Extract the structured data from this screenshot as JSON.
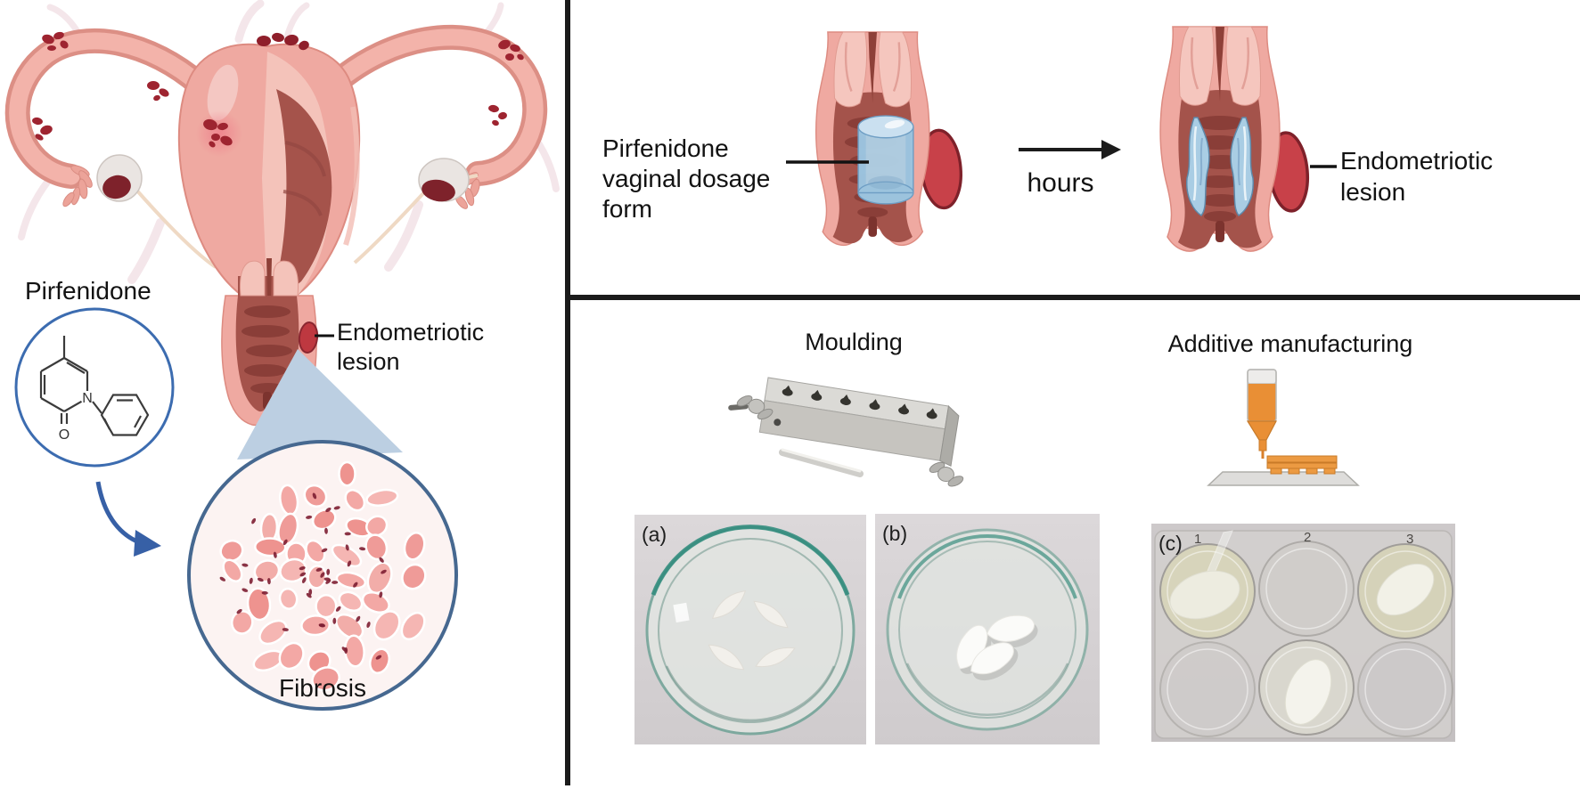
{
  "figure": {
    "left_panel": {
      "drug_name_label": "Pirfenidone",
      "chem_atoms": {
        "n": "N",
        "o": "O"
      },
      "lesion_label": {
        "line1": "Endometriotic",
        "line2": "lesion"
      },
      "fibrosis_label": "Fibrosis"
    },
    "top_right_panel": {
      "dosage_label": {
        "line1": "Pirfenidone",
        "line2": "vaginal dosage",
        "line3": "form"
      },
      "time_label": "hours",
      "lesion_label": {
        "line1": "Endometriotic",
        "line2": "lesion"
      }
    },
    "bottom_right_panel": {
      "moulding_title": "Moulding",
      "additive_title": "Additive manufacturing",
      "photos": {
        "a_label": "(a)",
        "b_label": "(b)",
        "c_label": "(c)",
        "well_plate_numbers": [
          "1",
          "2",
          "3"
        ]
      }
    },
    "colors": {
      "tissue_pink": "#EFA9A1",
      "tissue_edge": "#DD8B81",
      "canal_dark": "#A4534B",
      "rugae_dark": "#8A3E38",
      "lesion_red": "#C84149",
      "lesion_dark_red": "#7E212A",
      "dosage_blue": "#AFD2E7",
      "accent_blue": "#3C6CB0",
      "arrow_blue": "#3760A6",
      "triangle_blue": "#BCCFE2",
      "divider_black": "#1B1B1B"
    }
  }
}
